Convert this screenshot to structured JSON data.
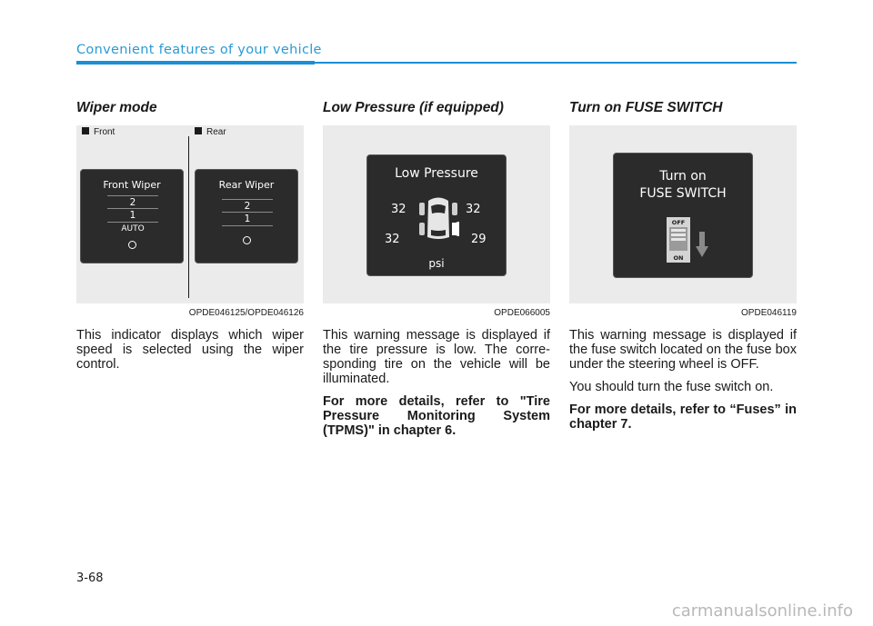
{
  "header": {
    "section_title": "Convenient features of your vehicle",
    "accent_color": "#1b8fd6"
  },
  "wiper_mode": {
    "title": "Wiper mode",
    "legend_front": "Front",
    "legend_rear": "Rear",
    "front_panel": {
      "title": "Front Wiper",
      "levels": [
        "2",
        "1",
        "AUTO"
      ],
      "icon": "circle-icon"
    },
    "rear_panel": {
      "title": "Rear Wiper",
      "levels": [
        "2",
        "1"
      ],
      "icon": "circle-icon"
    },
    "figure_code": "OPDE046125/OPDE046126",
    "text": "This indicator displays which wiper speed is selected using the wiper control."
  },
  "low_pressure": {
    "title": "Low Pressure (if equipped)",
    "panel": {
      "title": "Low Pressure",
      "front_left": "32",
      "front_right": "32",
      "rear_left": "32",
      "rear_right": "29",
      "unit": "psi",
      "icon": "car-top-view-icon",
      "warning_color": "#e8e8e8"
    },
    "figure_code": "OPDE066005",
    "text": "This warning message is displayed if the tire pressure is low. The corre-sponding tire on the vehicle will be illuminated.",
    "refer_prefix": "For more details, refer to \"",
    "refer_link": "Tire Pressure Monitoring System (TPMS)",
    "refer_suffix": "\" in chapter 6."
  },
  "fuse_switch": {
    "title": "Turn on FUSE SWITCH",
    "panel": {
      "line1": "Turn on",
      "line2": "FUSE SWITCH",
      "switch_off_label": "OFF",
      "switch_on_label": "ON",
      "icon": "arrow-down-icon"
    },
    "figure_code": "OPDE046119",
    "text1": "This warning message is displayed if the fuse switch located on the fuse box under the steering wheel is OFF.",
    "text2": "You should turn the fuse switch on.",
    "refer": "For more details, refer to “Fuses” in chapter 7."
  },
  "page_number": "3-68",
  "watermark": "carmanualsonline.info"
}
